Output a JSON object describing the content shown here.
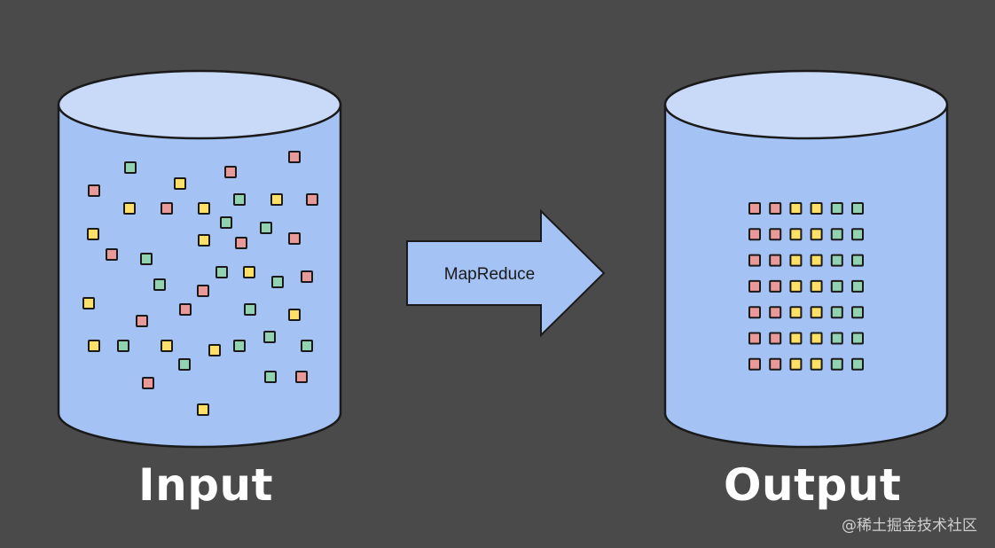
{
  "diagram": {
    "input_label": "Input",
    "output_label": "Output",
    "arrow_label": "MapReduce",
    "watermark": "@稀土掘金技术社区"
  },
  "colors": {
    "background": "#4a4a4a",
    "cylinder_fill": "#a4c2f4",
    "cylinder_top": "#c9daf8",
    "outline": "#1a1a1a",
    "item_red": "#ea9999",
    "item_yellow": "#ffe066",
    "item_green": "#93d2b0"
  },
  "input_items": [
    {
      "color": "green"
    },
    {
      "color": "red"
    },
    {
      "color": "red"
    },
    {
      "color": "red"
    },
    {
      "color": "yellow"
    },
    {
      "color": "green"
    },
    {
      "color": "yellow"
    },
    {
      "color": "red"
    },
    {
      "color": "yellow"
    },
    {
      "color": "red"
    },
    {
      "color": "yellow"
    },
    {
      "color": "green"
    },
    {
      "color": "yellow"
    },
    {
      "color": "green"
    },
    {
      "color": "yellow"
    },
    {
      "color": "red"
    },
    {
      "color": "red"
    },
    {
      "color": "red"
    },
    {
      "color": "green"
    },
    {
      "color": "green"
    },
    {
      "color": "yellow"
    },
    {
      "color": "red"
    },
    {
      "color": "green"
    },
    {
      "color": "red"
    },
    {
      "color": "green"
    },
    {
      "color": "yellow"
    },
    {
      "color": "red"
    },
    {
      "color": "green"
    },
    {
      "color": "yellow"
    },
    {
      "color": "red"
    },
    {
      "color": "yellow"
    },
    {
      "color": "green"
    },
    {
      "color": "yellow"
    },
    {
      "color": "yellow"
    },
    {
      "color": "green"
    },
    {
      "color": "green"
    },
    {
      "color": "green"
    },
    {
      "color": "green"
    },
    {
      "color": "green"
    },
    {
      "color": "red"
    },
    {
      "color": "red"
    },
    {
      "color": "yellow"
    }
  ],
  "output_grid": {
    "rows": 7,
    "column_colors": [
      "red",
      "red",
      "yellow",
      "yellow",
      "green",
      "green"
    ]
  }
}
